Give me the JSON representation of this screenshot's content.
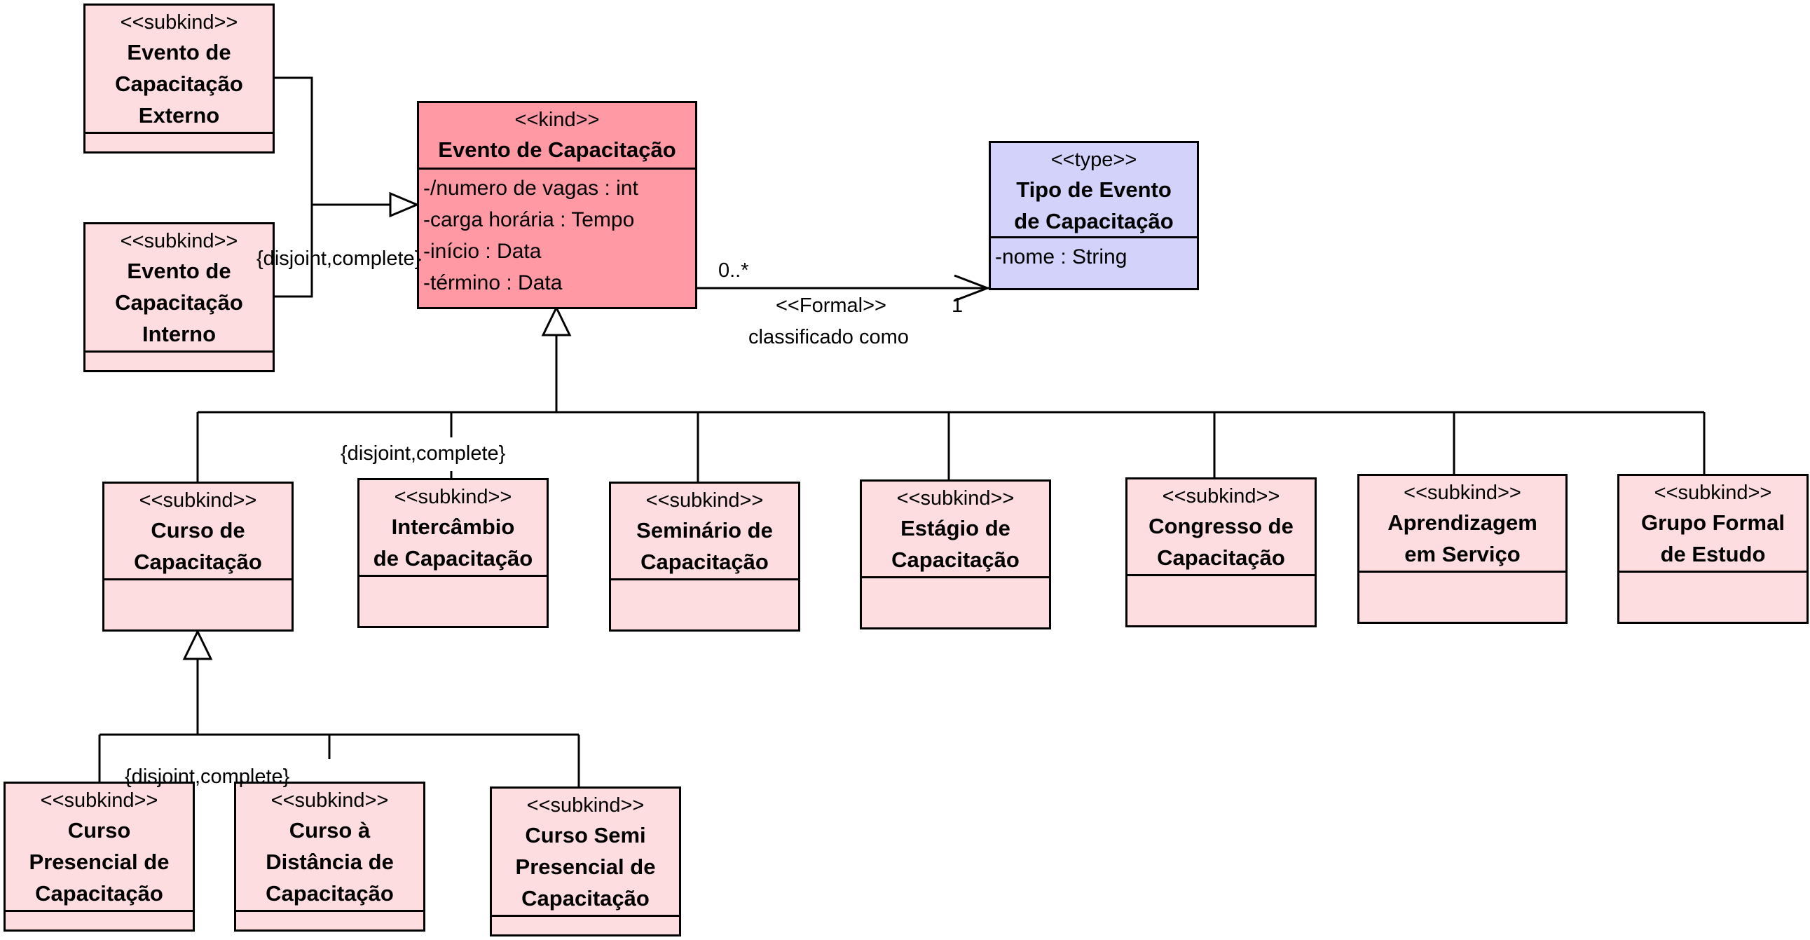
{
  "classes": {
    "evento": {
      "stereotype": "<<kind>>",
      "name": "Evento de Capacitação",
      "attributes": [
        "-/numero de vagas : int",
        "-carga horária : Tempo",
        "-início : Data",
        "-término : Data"
      ]
    },
    "tipo": {
      "stereotype": "<<type>>",
      "name_lines": [
        "Tipo de Evento",
        "de Capacitação"
      ],
      "attributes": [
        "-nome : String"
      ]
    },
    "externo": {
      "stereotype": "<<subkind>>",
      "name_lines": [
        "Evento de",
        "Capacitação",
        "Externo"
      ]
    },
    "interno": {
      "stereotype": "<<subkind>>",
      "name_lines": [
        "Evento de",
        "Capacitação",
        "Interno"
      ]
    },
    "curso": {
      "stereotype": "<<subkind>>",
      "name_lines": [
        "Curso de",
        "Capacitação"
      ]
    },
    "intercambio": {
      "stereotype": "<<subkind>>",
      "name_lines": [
        "Intercâmbio",
        "de Capacitação"
      ]
    },
    "seminario": {
      "stereotype": "<<subkind>>",
      "name_lines": [
        "Seminário de",
        "Capacitação"
      ]
    },
    "estagio": {
      "stereotype": "<<subkind>>",
      "name_lines": [
        "Estágio de",
        "Capacitação"
      ]
    },
    "congresso": {
      "stereotype": "<<subkind>>",
      "name_lines": [
        "Congresso de",
        "Capacitação"
      ]
    },
    "aprendizagem": {
      "stereotype": "<<subkind>>",
      "name_lines": [
        "Aprendizagem",
        "em Serviço"
      ]
    },
    "grupo": {
      "stereotype": "<<subkind>>",
      "name_lines": [
        "Grupo Formal",
        "de Estudo"
      ]
    },
    "presencial": {
      "stereotype": "<<subkind>>",
      "name_lines": [
        "Curso",
        "Presencial de",
        "Capacitação"
      ]
    },
    "distancia": {
      "stereotype": "<<subkind>>",
      "name_lines": [
        "Curso à",
        "Distância de",
        "Capacitação"
      ]
    },
    "semipresencial": {
      "stereotype": "<<subkind>>",
      "name_lines": [
        "Curso Semi",
        "Presencial de",
        "Capacitação"
      ]
    }
  },
  "generalization_sets": {
    "externo_interno": "{disjoint,complete}",
    "main": "{disjoint,complete}",
    "curso": "{disjoint,complete}"
  },
  "association": {
    "stereotype": "<<Formal>>",
    "name": "classificado como",
    "source_multiplicity": "0..*",
    "target_multiplicity": "1"
  }
}
